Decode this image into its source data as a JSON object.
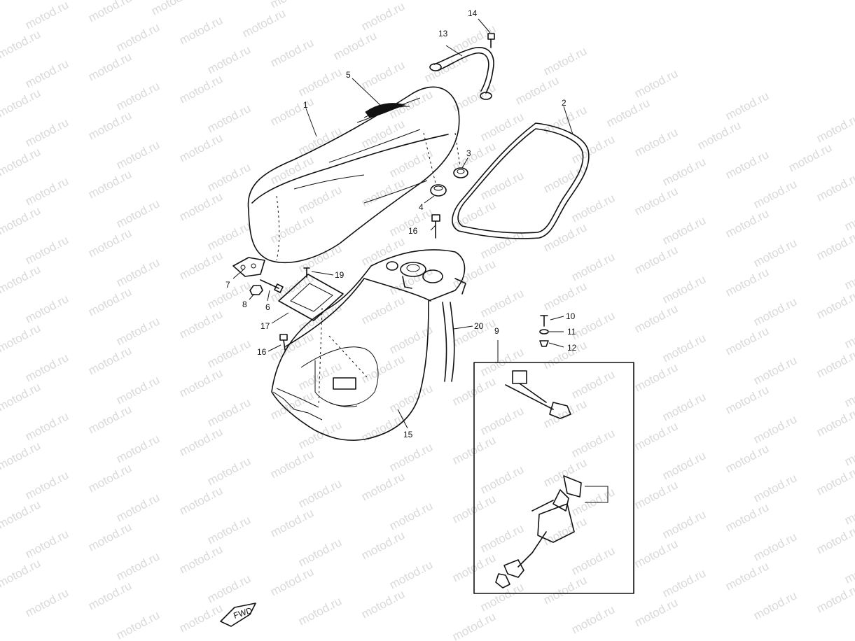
{
  "watermark": {
    "text": "motod.ru"
  },
  "parts": [
    {
      "id": "1",
      "label": "1"
    },
    {
      "id": "2",
      "label": "2"
    },
    {
      "id": "3",
      "label": "3"
    },
    {
      "id": "4",
      "label": "4"
    },
    {
      "id": "5",
      "label": "5"
    },
    {
      "id": "6",
      "label": "6"
    },
    {
      "id": "7",
      "label": "7"
    },
    {
      "id": "8",
      "label": "8"
    },
    {
      "id": "9",
      "label": "9"
    },
    {
      "id": "10",
      "label": "10"
    },
    {
      "id": "11",
      "label": "11"
    },
    {
      "id": "12",
      "label": "12"
    },
    {
      "id": "13",
      "label": "13"
    },
    {
      "id": "14",
      "label": "14"
    },
    {
      "id": "15",
      "label": "15"
    },
    {
      "id": "16a",
      "label": "16"
    },
    {
      "id": "16b",
      "label": "16"
    },
    {
      "id": "17",
      "label": "17"
    },
    {
      "id": "19",
      "label": "19"
    },
    {
      "id": "20",
      "label": "20"
    }
  ],
  "fwd": {
    "text": "FWD"
  }
}
